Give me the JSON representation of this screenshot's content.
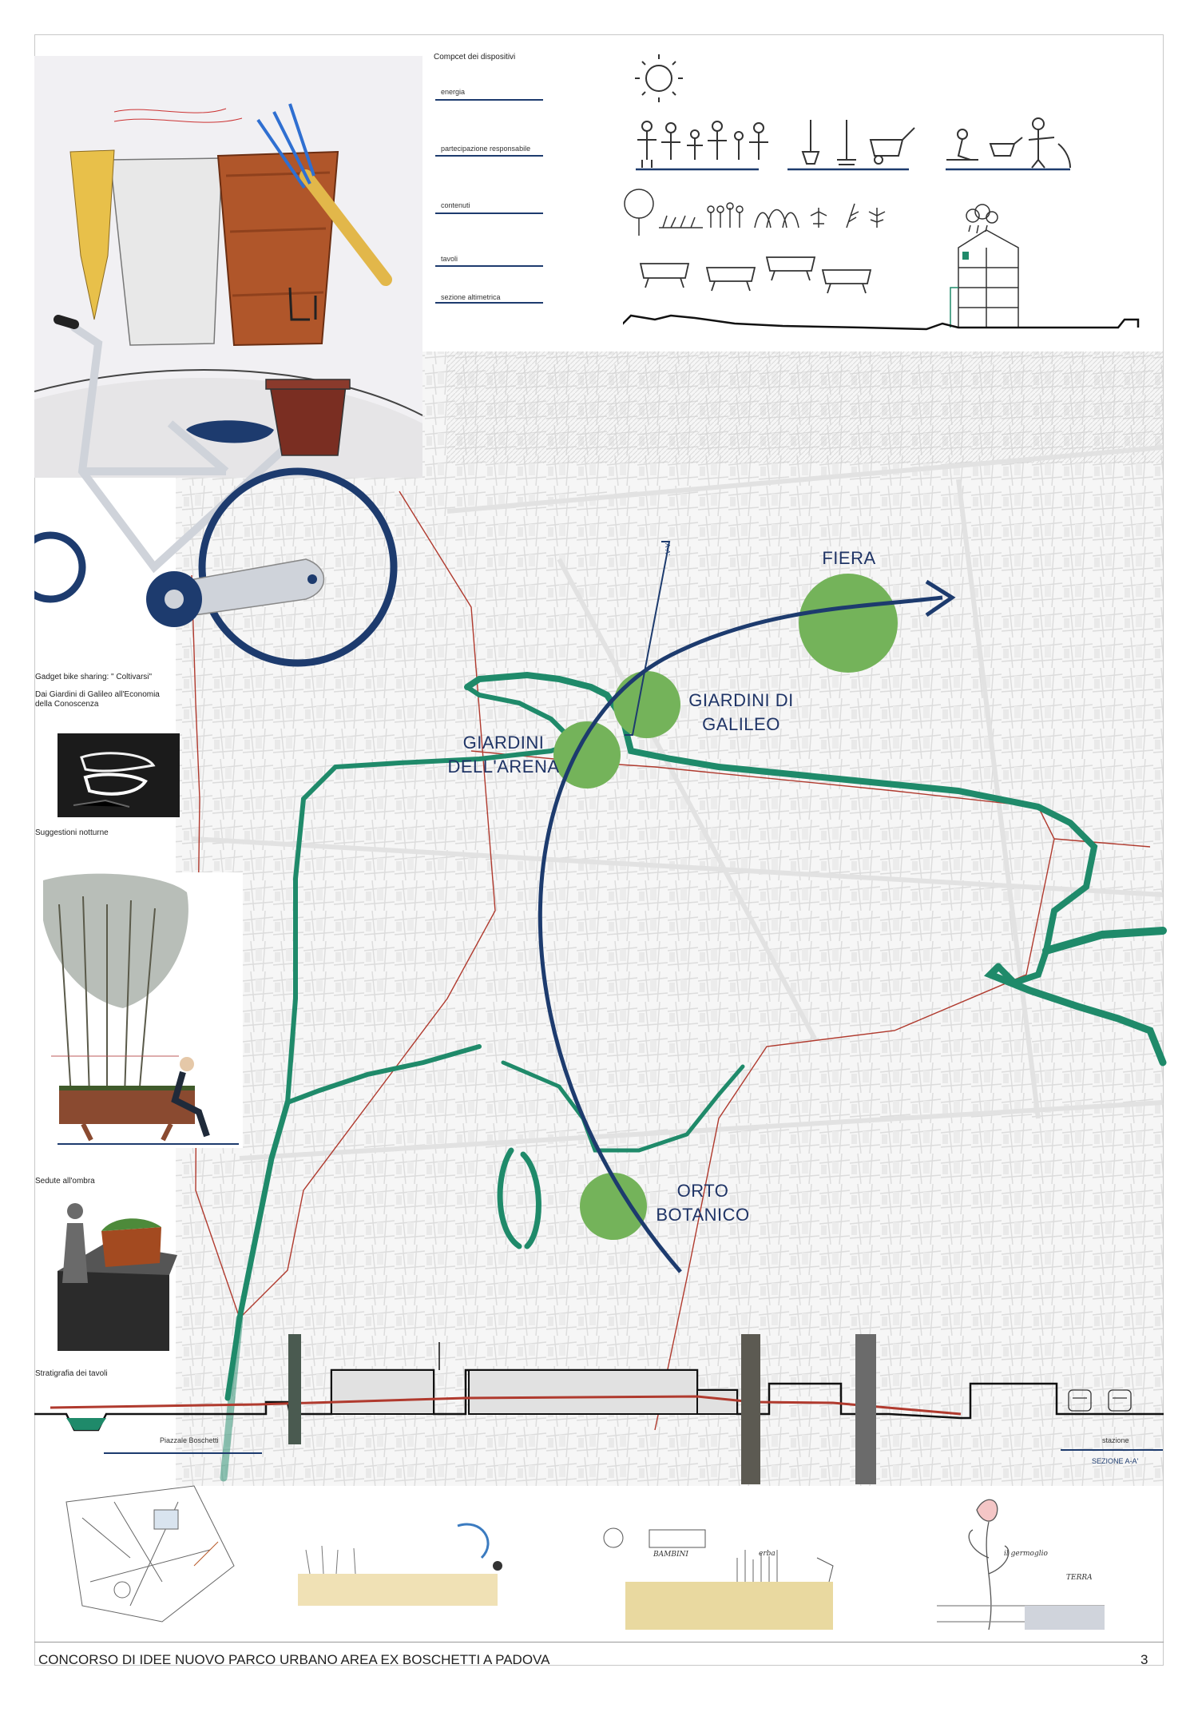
{
  "devices": {
    "heading": "Compcet dei dispositivi",
    "rows": [
      {
        "label": "energia"
      },
      {
        "label": "partecipazione responsabile"
      },
      {
        "label": "contenuti"
      },
      {
        "label": "tavoli"
      },
      {
        "label": "sezione altimetrica"
      }
    ]
  },
  "sidebar": {
    "bike_caption_1": "Gadget bike sharing: \" Coltivarsi\"",
    "bike_caption_2": "Dai Giardini di Galileo all'Economia della Conoscenza",
    "night": "Suggestioni notturne",
    "seats": "Sedute all'ombra",
    "tables": "Stratigrafia dei tavoli"
  },
  "map": {
    "places": [
      {
        "id": "fiera",
        "line1": "FIERA",
        "line2": ""
      },
      {
        "id": "galileo",
        "line1": "GIARDINI DI",
        "line2": "GALILEO"
      },
      {
        "id": "arena",
        "line1": "GIARDINI",
        "line2": "DELL'ARENA"
      },
      {
        "id": "orto",
        "line1": "ORTO",
        "line2": "BOTANICO"
      }
    ],
    "section_marker": "A-A'"
  },
  "section": {
    "left_label": "Piazzale Boschetti",
    "right_label": "stazione",
    "name": "SEZIONE A-A'"
  },
  "sketch_texts": {
    "bambini": "BAMBINI",
    "erba": "erba",
    "germoglio": "il germoglio",
    "terra": "TERRA"
  },
  "footer": {
    "title": "CONCORSO DI IDEE NUOVO PARCO URBANO AREA EX BOSCHETTI A PADOVA",
    "page": "3"
  },
  "colors": {
    "green_circle": "#74b35a",
    "canal": "#1f8a6a",
    "navy": "#1d3b6e",
    "walls": "#b03a2e"
  }
}
